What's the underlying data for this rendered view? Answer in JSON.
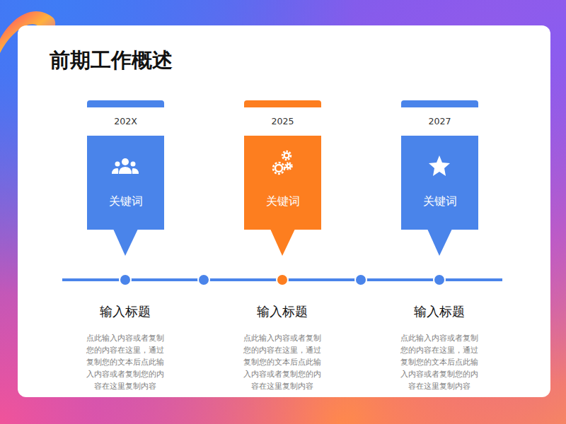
{
  "diagram": {
    "title": "前期工作概述",
    "nodes": [
      {
        "text": [
          "202X",
          "关键词"
        ]
      },
      {
        "text": [
          "2025",
          "关键词"
        ]
      },
      {
        "text": [
          "2027",
          "关键词"
        ]
      }
    ],
    "labels": [
      "输入标题",
      "点此输入内容或者复制您的内容在这里，通过复制您的文本后点此输入内容或者复制您的内容在这里复制内容",
      "输入标题",
      "点此输入内容或者复制您的内容在这里，通过复制您的文本后点此输入内容或者复制您的内容在这里复制内容",
      "输入标题",
      "点此输入内容或者复制您的内容在这里，通过复制您的文本后点此输入内容或者复制您的内容在这里复制内容"
    ]
  }
}
